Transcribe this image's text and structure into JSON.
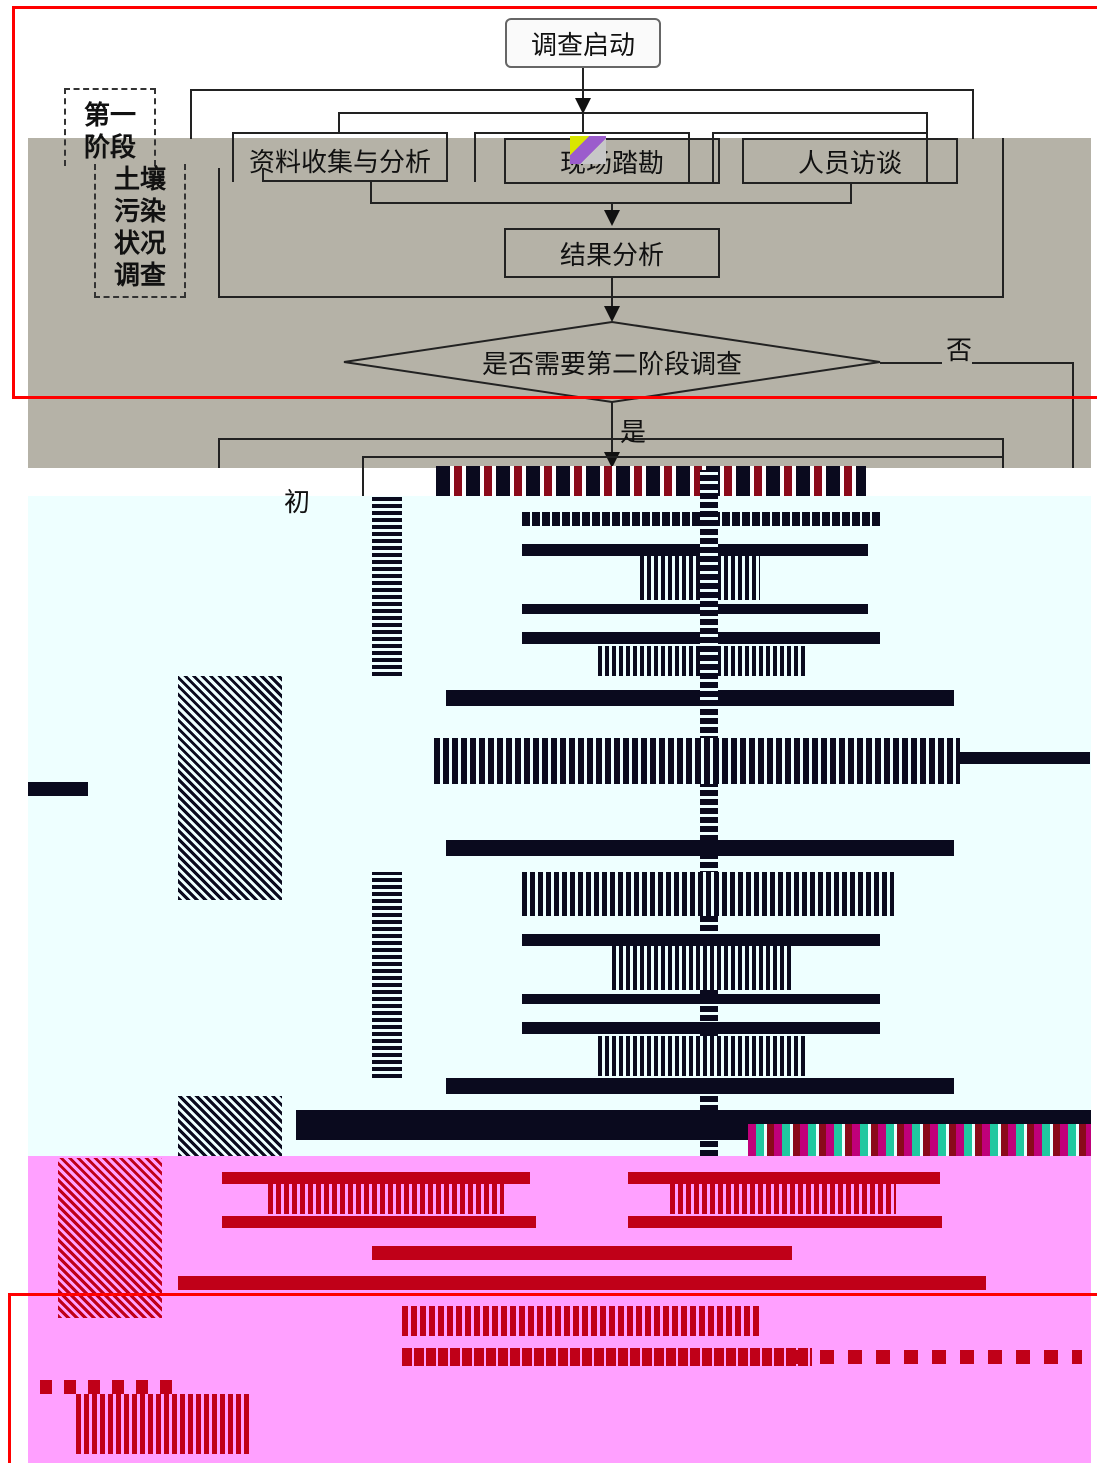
{
  "nodes": {
    "start": "调查启动",
    "data_collection": "资料收集与分析",
    "site_survey": "现场踏勘",
    "interview": "人员访谈",
    "result_analysis": "结果分析",
    "decision": "是否需要第二阶段调查"
  },
  "stage1_label": {
    "line1": "第一",
    "line2": "阶段",
    "line3": "土壤",
    "line4": "污染",
    "line5": "状况",
    "line6": "调查"
  },
  "edges": {
    "no": "否",
    "yes": "是"
  },
  "partial_char": "初",
  "colors": {
    "highlight": "#ff0000",
    "band_gray": "#b5b2a7",
    "band_cyan": "#eeffff",
    "band_pink": "#ffa0ff",
    "line": "#222222",
    "corrupt_dark": "#0a0a1e",
    "corrupt_red": "#c00018"
  }
}
